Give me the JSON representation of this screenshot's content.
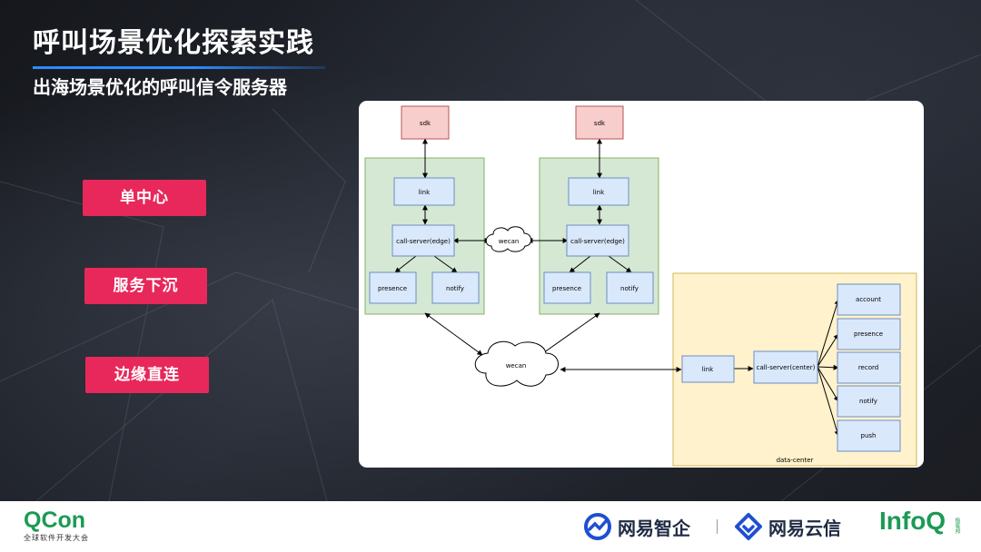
{
  "slide": {
    "title": "呼叫场景优化探索实践",
    "subtitle": "出海场景优化的呼叫信令服务器"
  },
  "tags": [
    "单中心",
    "服务下沉",
    "边缘直连"
  ],
  "colors": {
    "accent": "#e8285a",
    "underline": "#2e8bff",
    "sdk_fill": "#f8cecc",
    "edge_fill": "#d5e8d4",
    "center_fill": "#fff2cc",
    "node_fill": "#dae8fc",
    "brand_green": "#1c9a55"
  },
  "diagram": {
    "sdk_left": "sdk",
    "sdk_right": "sdk",
    "link_left": "link",
    "link_right": "link",
    "edge_left": "call-server(edge)",
    "edge_right": "call-server(edge)",
    "presence_left": "presence",
    "notify_left": "notify",
    "presence_right": "presence",
    "notify_right": "notify",
    "wecan_small": "wecan",
    "wecan_large": "wecan",
    "dc_link": "link",
    "dc_center": "call-server(center)",
    "dc_services": [
      "account",
      "presence",
      "record",
      "notify",
      "push"
    ],
    "dc_label": "data-center"
  },
  "footer": {
    "qcon_logo": "QCon",
    "qcon_sub": "全球软件开发大会",
    "brand1": "网易智企",
    "brand2": "网易云信",
    "infoq": "InfoQ",
    "infoq_cn": "极客邦"
  }
}
